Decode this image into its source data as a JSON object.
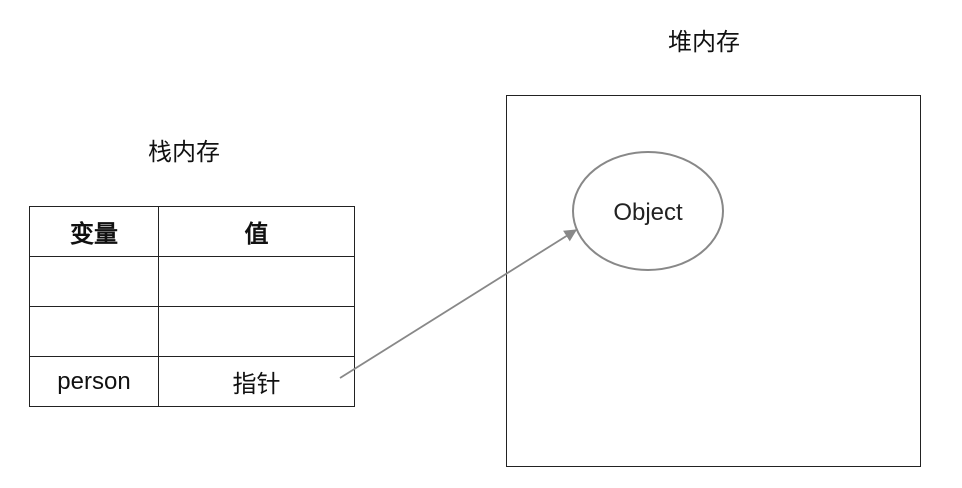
{
  "stack": {
    "title": "栈内存",
    "headers": {
      "variable": "变量",
      "value": "值"
    },
    "rows": [
      {
        "variable": "",
        "value": ""
      },
      {
        "variable": "",
        "value": ""
      },
      {
        "variable": "person",
        "value": "指针"
      }
    ]
  },
  "heap": {
    "title": "堆内存",
    "object_label": "Object"
  },
  "colors": {
    "line": "#222222",
    "arrow": "#888888",
    "ellipse": "#888888"
  }
}
